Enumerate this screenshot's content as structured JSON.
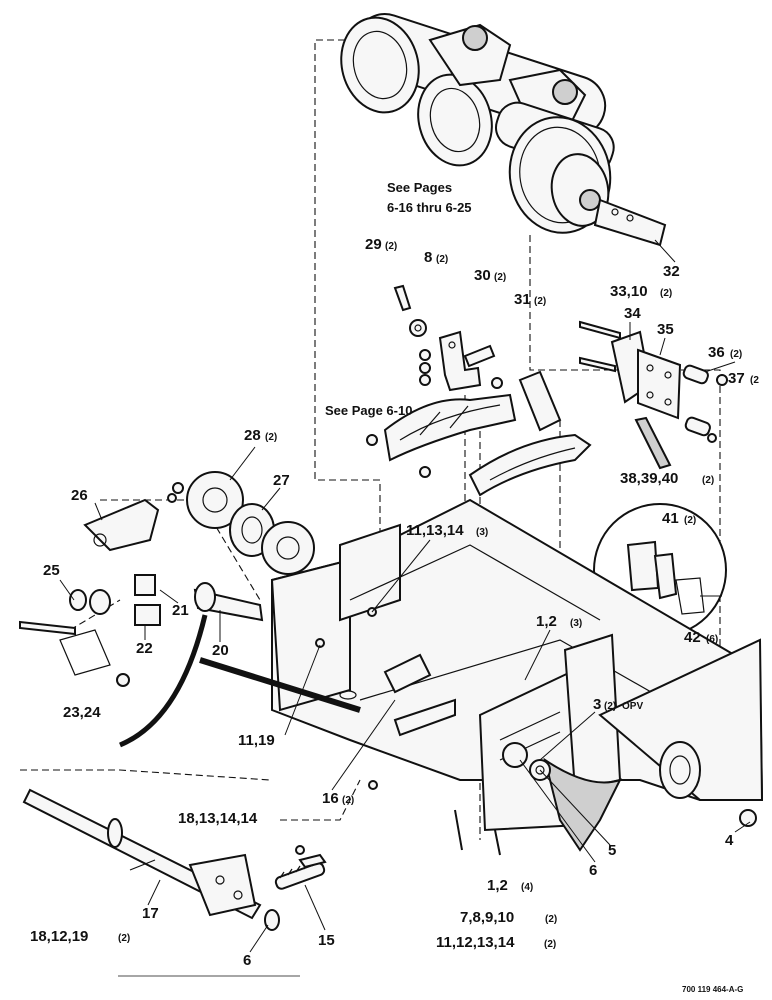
{
  "references": {
    "upper_assembly": [
      "See Pages",
      "6-16 thru 6-25"
    ],
    "guide_assembly": "See Page 6-10"
  },
  "callouts": {
    "p29": "29",
    "p29q": "(2)",
    "p8": "8",
    "p8q": "(2)",
    "p30": "30",
    "p30q": "(2)",
    "p31": "31",
    "p31q": "(2)",
    "p32": "32",
    "p33": "33,10",
    "p33q": "(2)",
    "p34": "34",
    "p35": "35",
    "p36": "36",
    "p36q": "(2)",
    "p37": "37",
    "p37q": "(2",
    "p38": "38,39,40",
    "p38q": "(2)",
    "p41": "41",
    "p41q": "(2)",
    "p42": "42",
    "p42q": "(6)",
    "p28": "28",
    "p28q": "(2)",
    "p27": "27",
    "p26": "26",
    "p25": "25",
    "p21": "21",
    "p22": "22",
    "p20": "20",
    "p23": "23,24",
    "p11a": "11,13,14",
    "p11aq": "(3)",
    "p1a": "1,2",
    "p1aq": "(3)",
    "p3": "3",
    "p3q": "(2)",
    "p3opv": "OPV",
    "p11b": "11,19",
    "p16": "16",
    "p16q": "(2)",
    "p5": "5",
    "p6a": "6",
    "p4": "4",
    "p18a": "18,13,14,14",
    "p1b": "1,2",
    "p1bq": "(4)",
    "p7": "7,8,9,10",
    "p7q": "(2)",
    "p17": "17",
    "p15": "15",
    "p11c": "11,12,13,14",
    "p11cq": "(2)",
    "p18b": "18,12,19",
    "p18bq": "(2)",
    "p6b": "6"
  },
  "figure_id": "700 119 464-A-G",
  "colors": {
    "ink": "#111111",
    "paper": "#ffffff",
    "shade": "#cfcfcf"
  }
}
